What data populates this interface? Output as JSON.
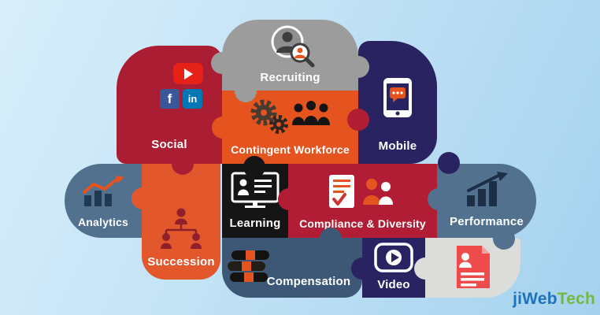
{
  "background": {
    "top_color": "#d9effb",
    "bottom_color": "#a5d2ef"
  },
  "modules": {
    "social": {
      "label": "Social",
      "color": "#ab1d33",
      "icons": [
        "youtube-icon",
        "facebook-icon",
        "linkedin-icon"
      ]
    },
    "recruiting": {
      "label": "Recruiting",
      "color": "#9c9c9c",
      "icon": "candidate-search-icon"
    },
    "contingent_workforce": {
      "label": "Contingent Workforce",
      "color": "#e5531e",
      "icon": "gears-workers-icon"
    },
    "mobile": {
      "label": "Mobile",
      "color": "#2a2362",
      "icon": "smartphone-chat-icon"
    },
    "analytics": {
      "label": "Analytics",
      "color": "#51718f",
      "icon": "trend-chart-icon"
    },
    "succession": {
      "label": "Succession",
      "color": "#e2572b",
      "icon": "org-hierarchy-icon"
    },
    "learning": {
      "label": "Learning",
      "color": "#151515",
      "icon": "training-screen-icon"
    },
    "compliance_diversity": {
      "label": "Compliance & Diversity",
      "color": "#b11d35",
      "icon": "checklist-people-icon"
    },
    "performance": {
      "label": "Performance",
      "color": "#51718f",
      "icon": "growth-bars-icon"
    },
    "compensation": {
      "label": "Compensation",
      "color": "#3d5877",
      "icon": "money-stacks-icon"
    },
    "video": {
      "label": "Video",
      "color": "#2a2362",
      "icon": "video-player-icon"
    },
    "documents": {
      "label": "",
      "color": "#dcdcda",
      "icon": "resume-document-icon"
    }
  },
  "social_icons": {
    "facebook_letter": "f",
    "linkedin_letters": "in"
  },
  "logo": {
    "ji": "ji",
    "web": "Web",
    "tech": "Tech",
    "blue": "#1e73b9",
    "green": "#74b942"
  }
}
